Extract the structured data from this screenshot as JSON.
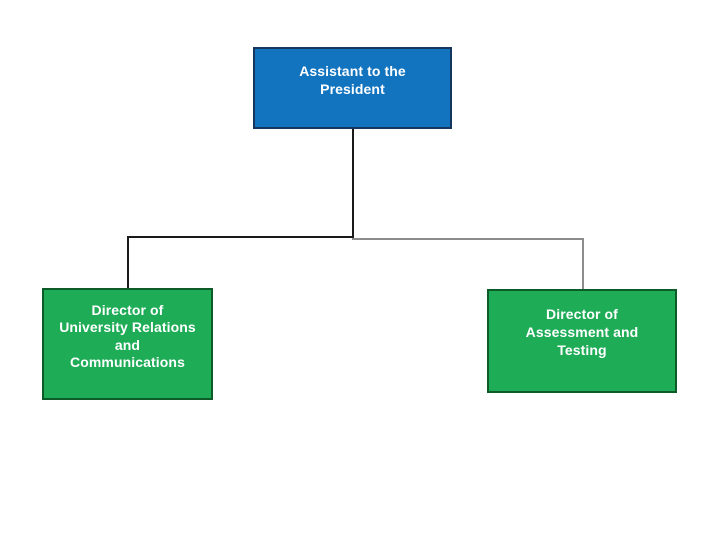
{
  "diagram": {
    "type": "org-chart",
    "background": "#FFFFFF",
    "nodes": {
      "root": {
        "label": "Assistant to the President",
        "lines": [
          "Assistant to the",
          "President"
        ],
        "fill": "#1273BF",
        "border": "#16365D",
        "text_color": "#FFFFFF"
      },
      "left_child": {
        "label": "Director of University Relations and Communications",
        "lines": [
          "Director of",
          "University Relations",
          "and",
          "Communications"
        ],
        "fill": "#1EAC57",
        "border": "#0D5B28",
        "text_color": "#FFFFFF"
      },
      "right_child": {
        "label": "Director of Assessment and Testing",
        "lines": [
          "Director of",
          "Assessment and",
          "Testing"
        ],
        "fill": "#1EAC57",
        "border": "#0D5B28",
        "text_color": "#FFFFFF"
      }
    },
    "connectors": {
      "left_branch_color": "#1A1A1A",
      "right_branch_color": "#8C8C8C",
      "stem_color": "#1A1A1A"
    }
  }
}
